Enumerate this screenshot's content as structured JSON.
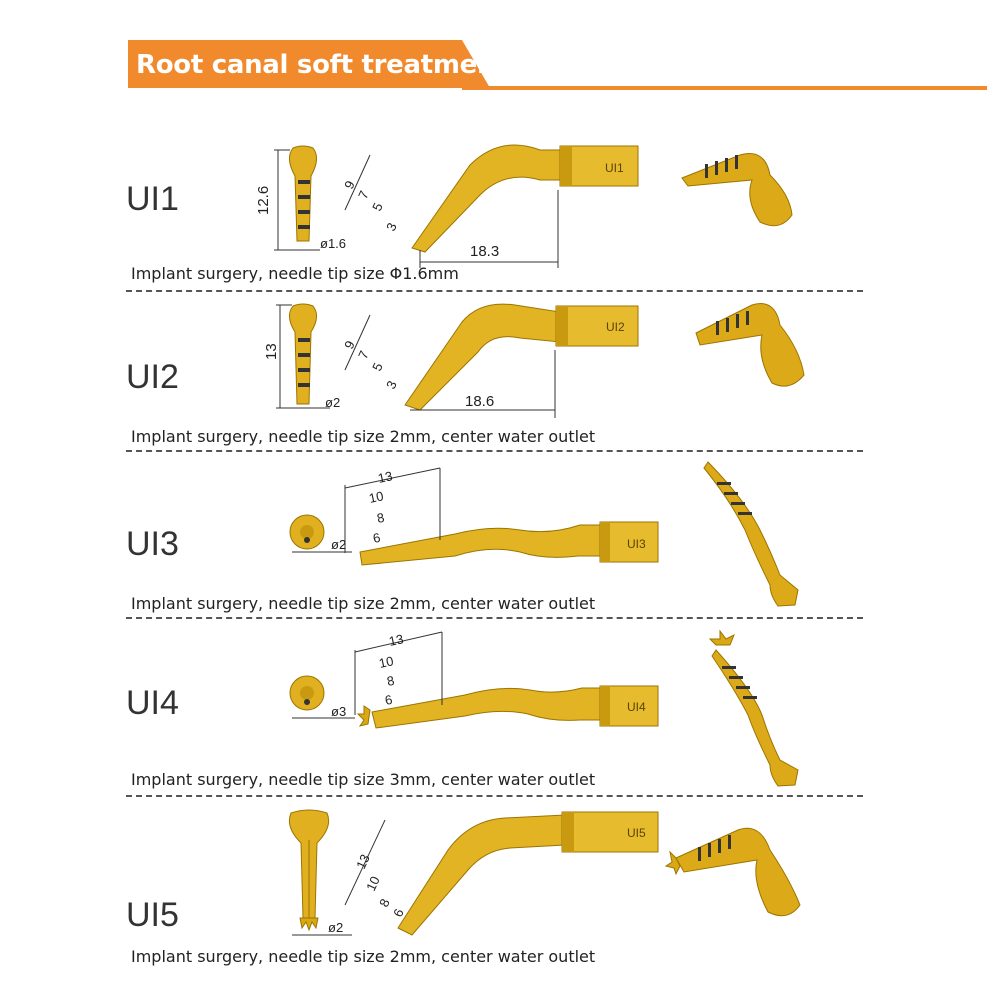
{
  "header": {
    "title": "Root canal soft treatment",
    "accent_color": "#f08a2c"
  },
  "tips": [
    {
      "model": "UI1",
      "caption": "Implant surgery, needle tip size Φ1.6mm",
      "length": "12.6",
      "diameter": "ø1.6",
      "reach": "18.3",
      "marks": [
        "9",
        "7",
        "5",
        "3"
      ]
    },
    {
      "model": "UI2",
      "caption": "Implant surgery, needle tip size 2mm, center water outlet",
      "length": "13",
      "diameter": "ø2",
      "reach": "18.6",
      "marks": [
        "9",
        "7",
        "5",
        "3"
      ]
    },
    {
      "model": "UI3",
      "caption": "Implant surgery, needle tip size 2mm, center water outlet",
      "diameter": "ø2",
      "marks": [
        "13",
        "10",
        "8",
        "6"
      ]
    },
    {
      "model": "UI4",
      "caption": "Implant surgery, needle tip size 3mm, center water outlet",
      "diameter": "ø3",
      "marks": [
        "13",
        "10",
        "8",
        "6"
      ]
    },
    {
      "model": "UI5",
      "caption": "Implant surgery, needle tip size 2mm, center water outlet",
      "diameter": "ø2",
      "marks": [
        "13",
        "10",
        "8",
        "6"
      ]
    }
  ],
  "colors": {
    "gold": "#d9a815",
    "gold_light": "#f3d76a",
    "gold_dark": "#9c7400",
    "divider": "#555555"
  }
}
